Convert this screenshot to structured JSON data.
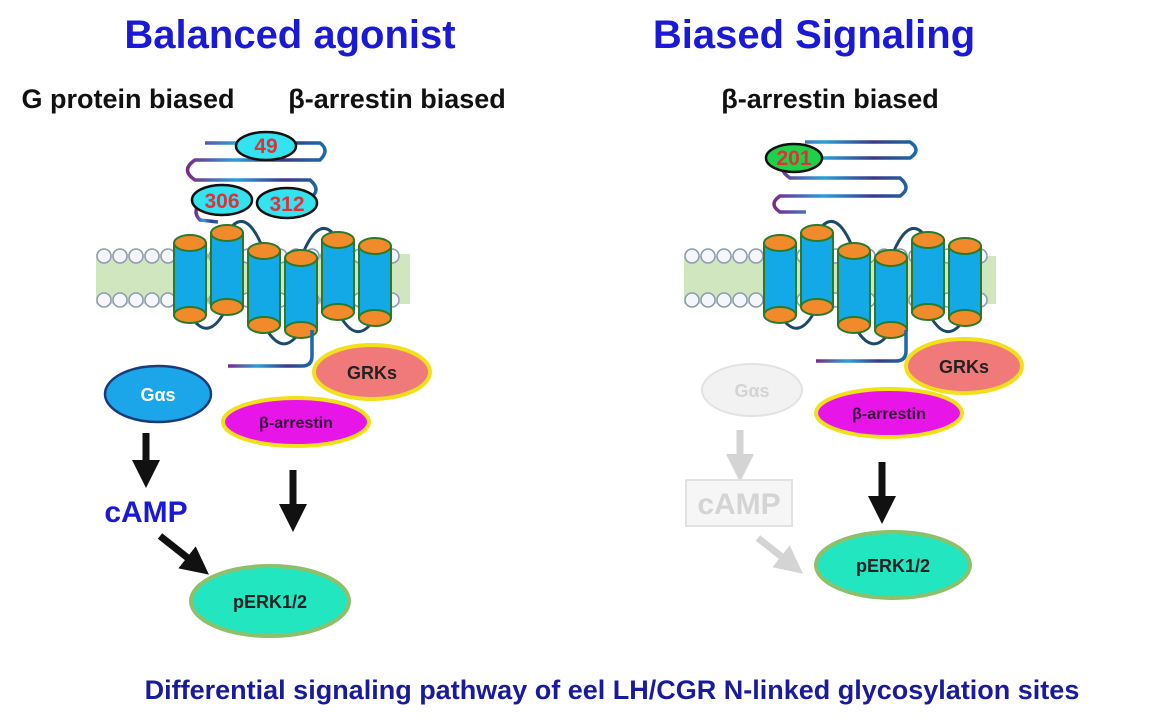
{
  "left_panel": {
    "title": "Balanced agonist",
    "label_g": "G protein biased",
    "label_arrestin": "β-arrestin biased",
    "site_a": "49",
    "site_b": "306",
    "site_c": "312",
    "galpha": "Gαs",
    "camp": "cAMP",
    "grks": "GRKs",
    "arrestin": "β-arrestin",
    "perk": "pERK1/2"
  },
  "right_panel": {
    "title": "Biased Signaling",
    "label_arrestin": "β-arrestin biased",
    "site": "201",
    "galpha": "Gαs",
    "camp": "cAMP",
    "grks": "GRKs",
    "arrestin": "β-arrestin",
    "perk": "pERK1/2"
  },
  "caption": "Differential signaling pathway of eel LH/CGR N-linked glycosylation sites",
  "colors": {
    "title_blue": "#1a1ad6",
    "caption_navy": "#1a1a9c",
    "helix_blue": "#13a8e6",
    "helix_orange": "#f08a2a",
    "membrane_green": "#cfe6bf",
    "galpha_blue": "#1aa6e8",
    "grks_salmon": "#f07a7a",
    "arrestin_magenta": "#e815e8",
    "perk_teal": "#22e6c0",
    "site_cyan": "#33e3f0",
    "site_green": "#1fd14a",
    "faded_gray": "#d4d4d4"
  },
  "icons": {
    "receptor": "seven-transmembrane-receptor-icon",
    "arrow": "down-arrow-icon"
  }
}
